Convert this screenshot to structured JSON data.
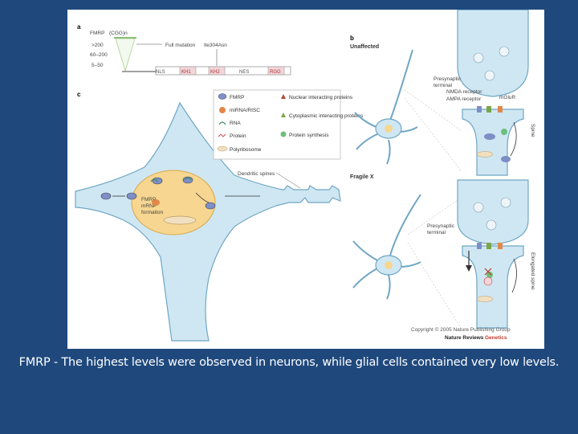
{
  "panels": {
    "a": "a",
    "b": "b",
    "c": "c"
  },
  "panel_a": {
    "gene_label": "FMRP",
    "repeat_label": "(CGG)n",
    "repeats": [
      ">200",
      "60–200",
      "5–50"
    ],
    "full_mutation": "Full mutation",
    "point_mutation": "Ile304Asn",
    "domains": [
      "NLS",
      "KH1",
      "KH2",
      "NES",
      "RGG"
    ]
  },
  "legend": {
    "items": [
      "FMRP",
      "miRNA/RISC",
      "RNA",
      "Protein",
      "Polyribosome"
    ],
    "items_right": [
      "Nuclear interacting proteins",
      "Cytoplasmic interacting proteins",
      "Protein synthesis"
    ]
  },
  "panel_c": {
    "dendritic_spines": "Dendritic spines",
    "nucleus_text": [
      "FMRP",
      "mRNP",
      "formation"
    ]
  },
  "panel_b": {
    "unaffected": "Unaffected",
    "fragile_x": "Fragile X",
    "presynaptic": [
      "Presynaptic",
      "terminal"
    ],
    "nmda": "NMDA receptor",
    "ampa": "AMPA receptor",
    "mglur": "mGluR",
    "spine": "Spine",
    "elongated_spine": "Elongated spine"
  },
  "copyright": "Copyright © 2005 Nature Publishing Group",
  "publisher": "Nature Reviews",
  "publisher_sub": "Genetics",
  "caption": "FMRP - The highest levels were observed in neurons, while glial cells contained very low levels.",
  "colors": {
    "cell": "#cfe7f2",
    "cell_stroke": "#6fa6c4",
    "nucleus": "#f6d690",
    "domain": "#f3d5d8",
    "background": "#1f497d"
  }
}
